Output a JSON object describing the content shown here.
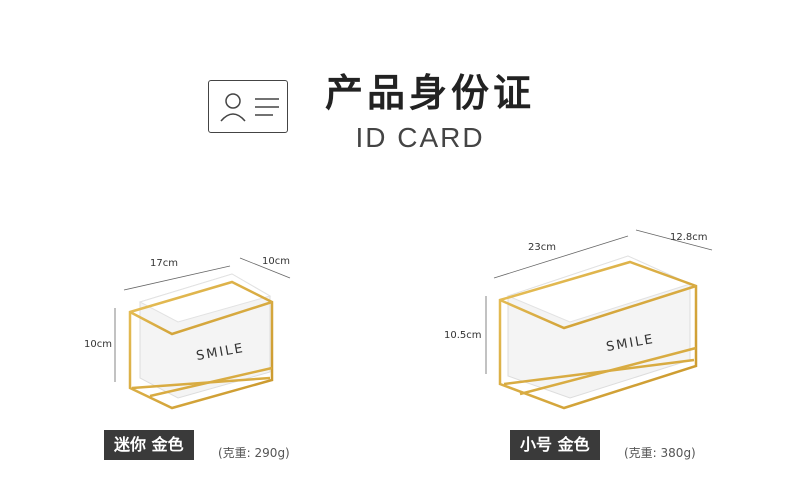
{
  "header": {
    "title": "产品身份证",
    "subtitle": "ID CARD",
    "icon": "id-card-icon"
  },
  "products": [
    {
      "length": "17cm",
      "width": "10cm",
      "height": "10cm",
      "print": "SMILE",
      "label": "迷你 金色",
      "weight": "(克重: 290g)"
    },
    {
      "length": "23cm",
      "width": "12.8cm",
      "height": "10.5cm",
      "print": "SMILE",
      "label": "小号 金色",
      "weight": "(克重: 380g)"
    }
  ],
  "colors": {
    "frame": "#d9a93a",
    "fabric": "#f4f4f4",
    "badge": "#3a3a3a"
  }
}
